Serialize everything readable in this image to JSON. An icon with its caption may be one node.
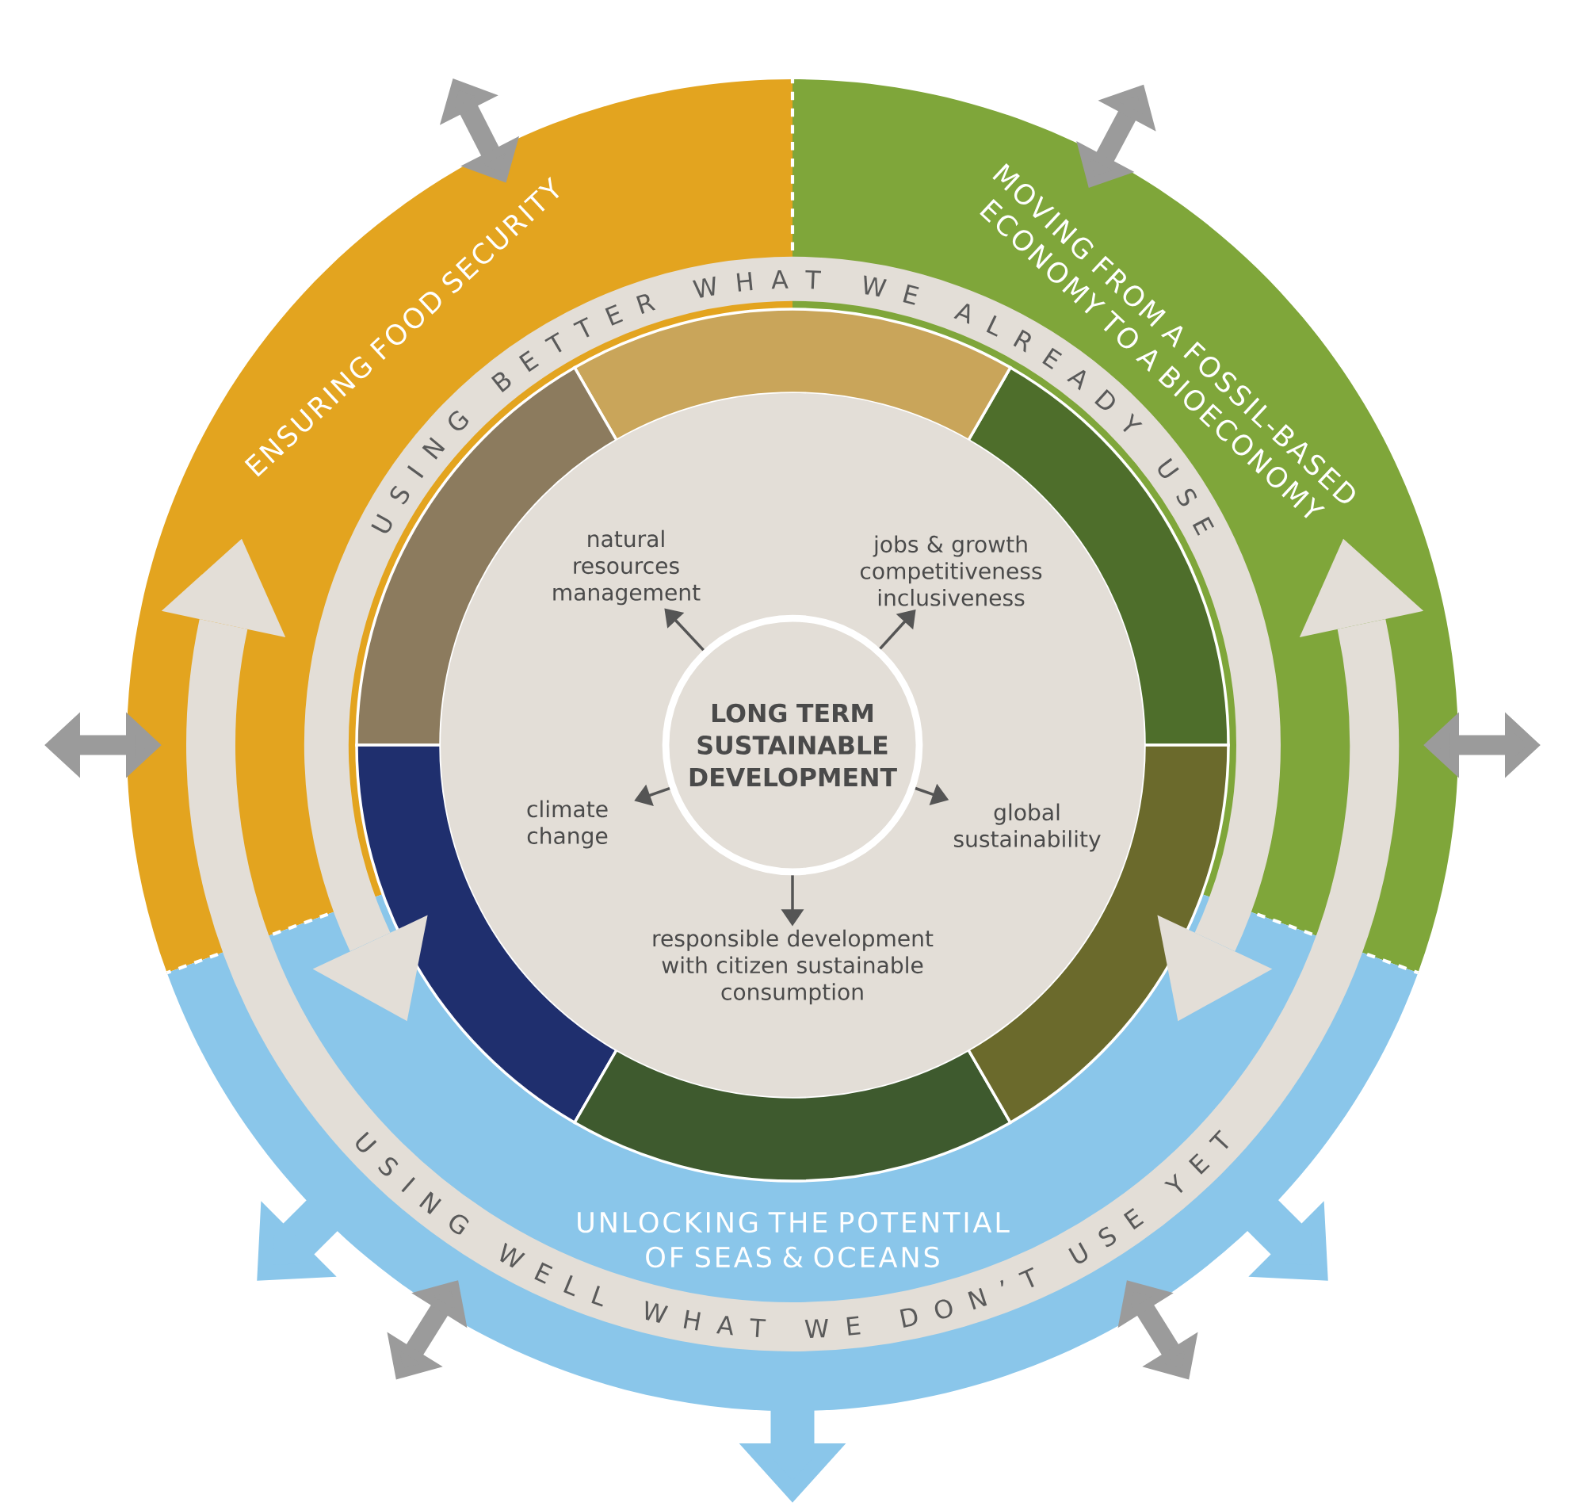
{
  "diagram": {
    "nodes": [
      {
        "text": [
          "ENSURING FOOD SECURITY"
        ]
      },
      {
        "text": [
          "MOVING FROM A FOSSIL-BASED ECONOMY TO A BIOECONOMY"
        ]
      },
      {
        "text": [],
        "shape": "circle"
      },
      {
        "text": [
          "natural resources management"
        ],
        "in": 2
      },
      {
        "text": [
          "jobs & growth competitiveness inclusiveness"
        ],
        "in": 2
      },
      {
        "text": [
          "LONG TERM SUSTAINABLE DEVELOPMENT"
        ],
        "in": 2
      },
      {
        "text": [
          "climate change"
        ],
        "in": 2
      },
      {
        "text": [
          "global sustainability"
        ],
        "in": 2
      },
      {
        "text": [
          "responsible development with citizen sustainable consumption"
        ],
        "in": 2
      },
      {
        "text": [
          "UNLOCKING THE POTENTIAL OF SEAS & OCEANS"
        ]
      }
    ],
    "edges": [
      {
        "from": 5,
        "to": 3,
        "arrow": "to"
      },
      {
        "from": 5,
        "to": 4,
        "arrow": "to"
      },
      {
        "from": 5,
        "to": 6,
        "arrow": "to"
      },
      {
        "from": 5,
        "to": 7,
        "arrow": "to"
      },
      {
        "from": 5,
        "to": 8,
        "arrow": "to"
      }
    ],
    "labels": [
      "USING BETTER WHAT WE ALREADY USE",
      "USING WELL WHAT WE DON’T USE YET"
    ]
  }
}
